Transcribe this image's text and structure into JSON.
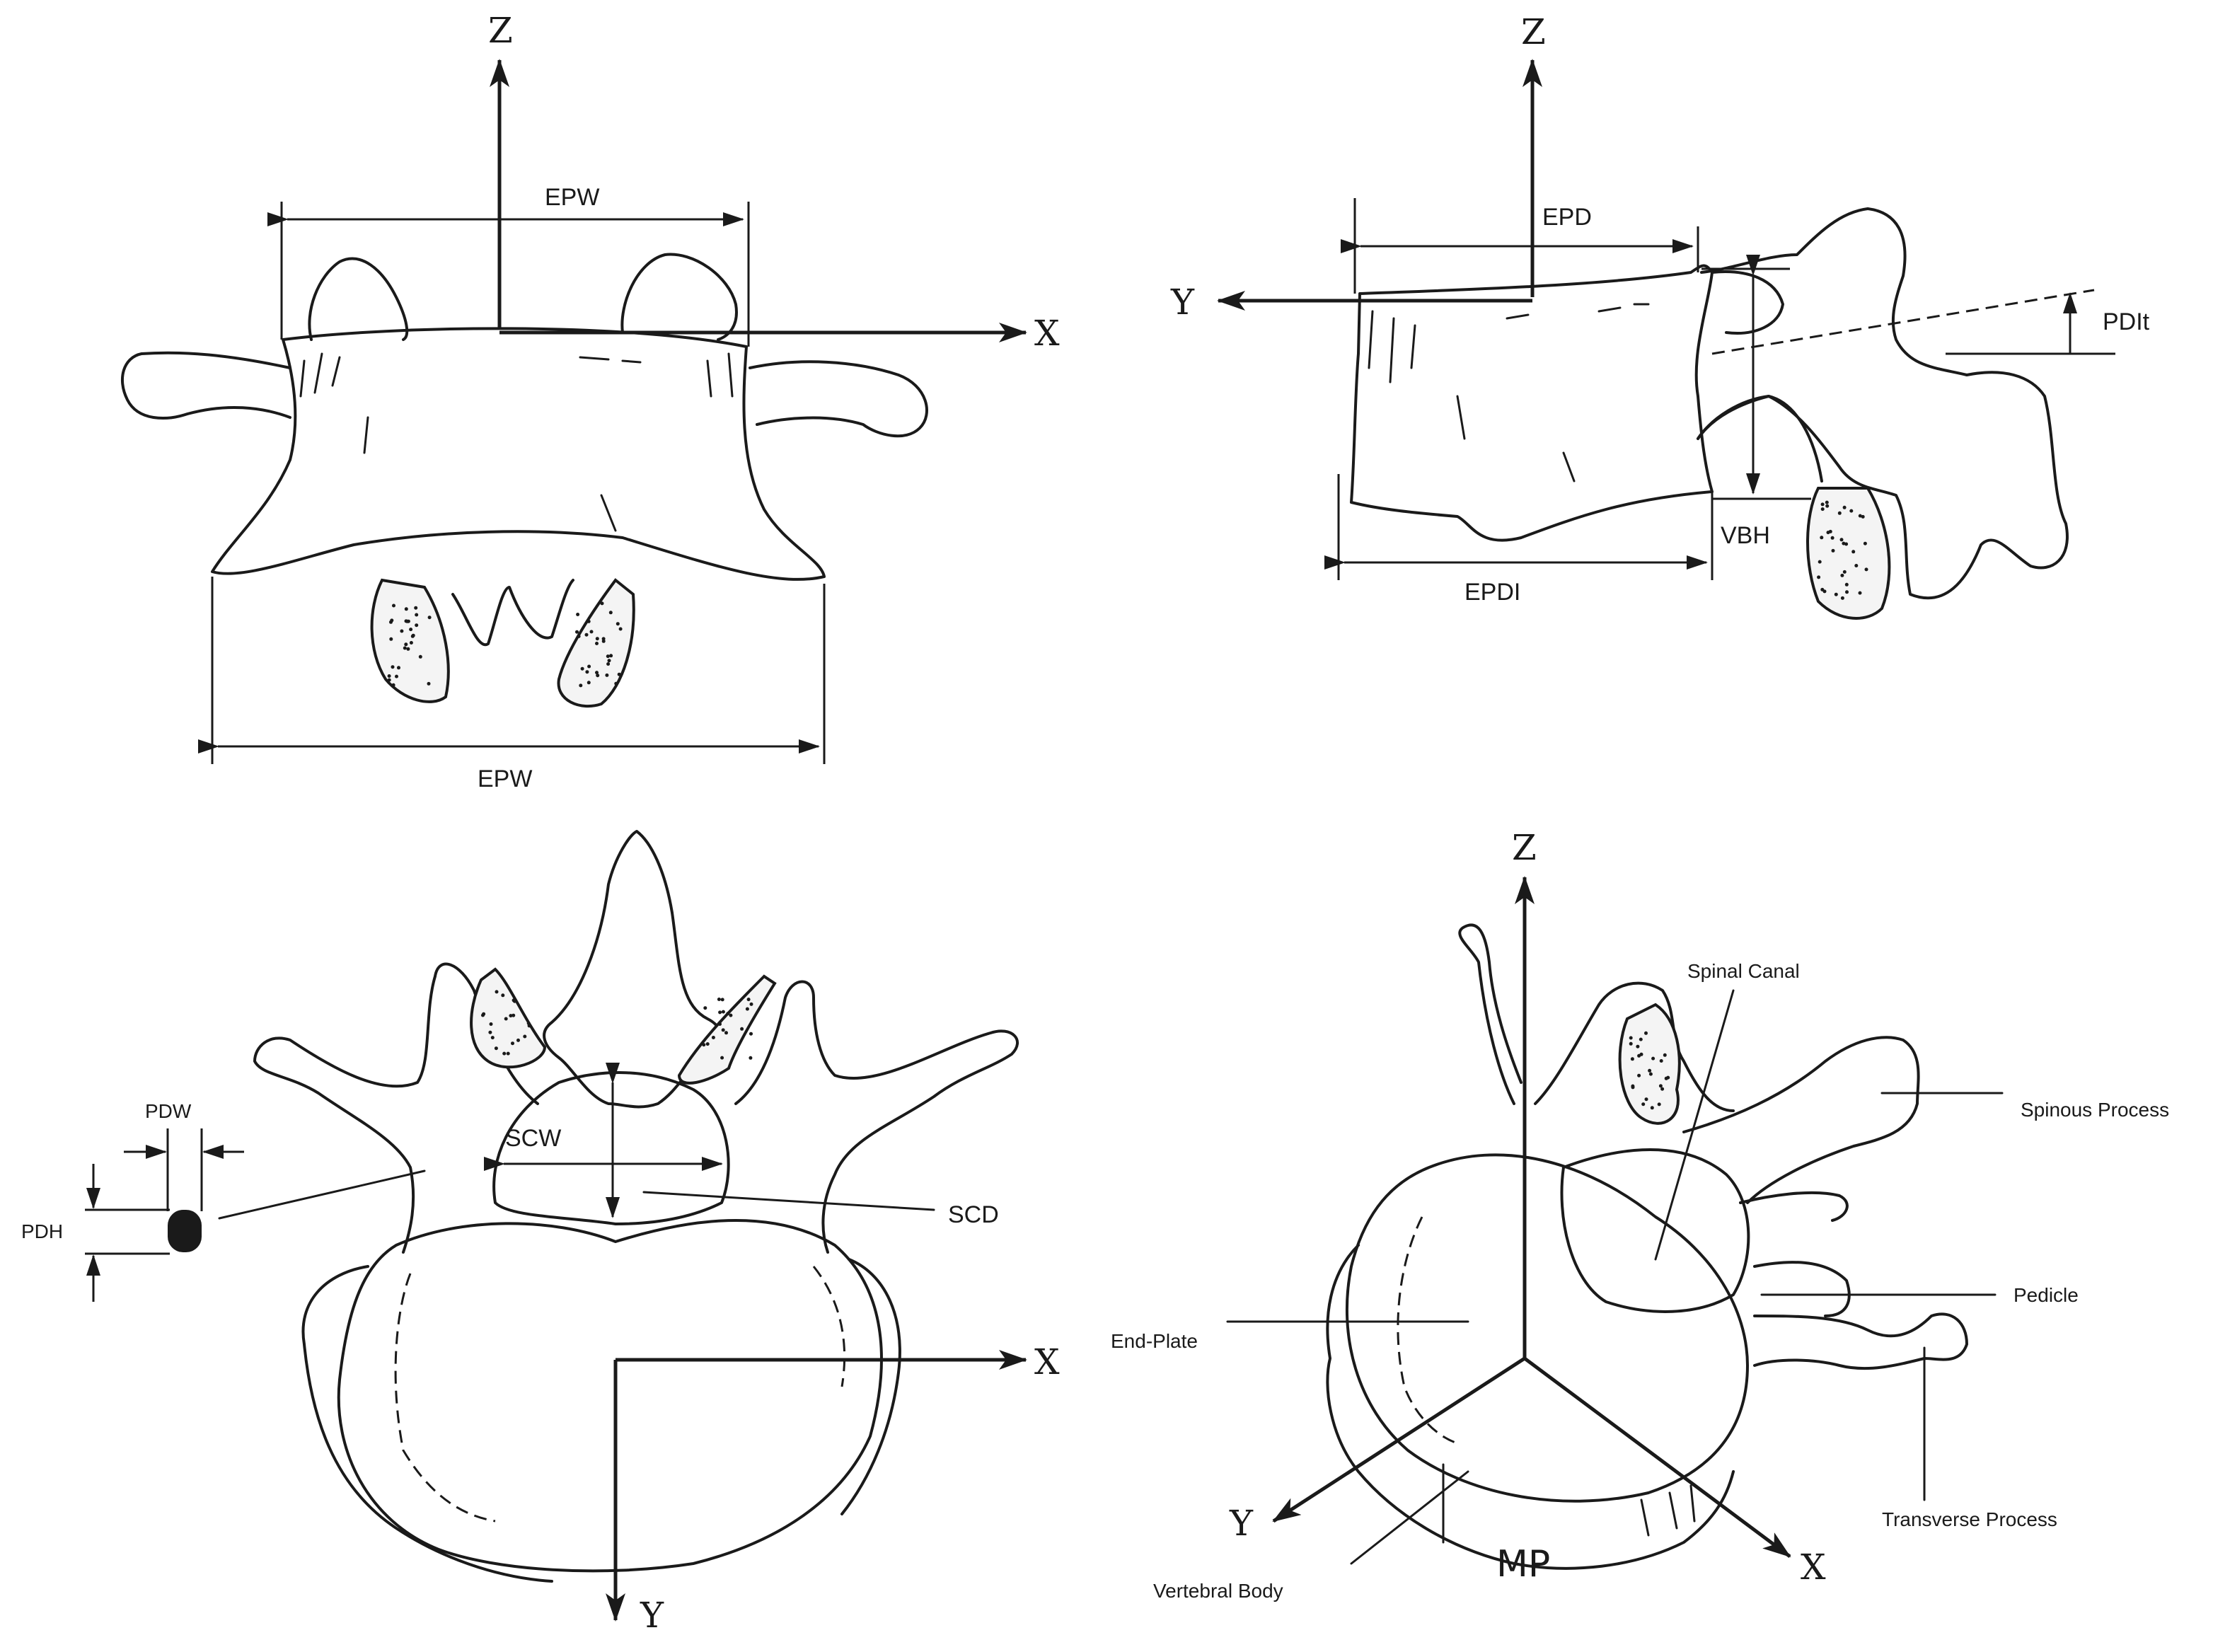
{
  "panel_front": {
    "axis_z": "Z",
    "axis_x": "X",
    "label_epw_top": "EPW",
    "label_epw_bottom": "EPW"
  },
  "panel_lateral": {
    "axis_z": "Z",
    "axis_y": "Y",
    "label_epd": "EPD",
    "label_epdi": "EPDI",
    "label_vbh": "VBH",
    "label_pdit": "PDIt"
  },
  "panel_superior": {
    "axis_x": "X",
    "axis_y": "Y",
    "label_pdw": "PDW",
    "label_pdh": "PDH",
    "label_scw": "SCW",
    "label_scd": "SCD"
  },
  "panel_isometric": {
    "axis_z": "Z",
    "axis_x": "X",
    "axis_y": "Y",
    "label_spinal_canal": "Spinal Canal",
    "label_spinous_process": "Spinous Process",
    "label_pedicle": "Pedicle",
    "label_end_plate": "End-Plate",
    "label_transverse_process": "Transverse Process",
    "label_vertebral_body": "Vertebral Body",
    "label_mp": "MP"
  }
}
